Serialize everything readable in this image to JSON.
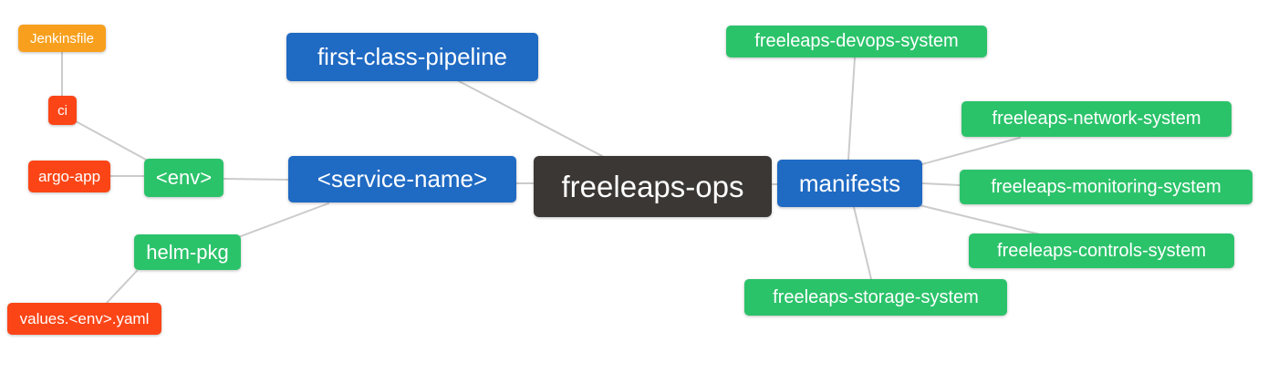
{
  "diagram": {
    "background": "#ffffff",
    "colors": {
      "orange": "#f8a01d",
      "red": "#fb4516",
      "green": "#2bc36a",
      "blue": "#1f6ac3",
      "dark": "#3a3734",
      "edge": "#cbcbcb",
      "text": "#ffffff"
    },
    "nodes": [
      {
        "id": "jenkinsfile",
        "label": "Jenkinsfile",
        "color": "orange"
      },
      {
        "id": "ci",
        "label": "ci",
        "color": "red"
      },
      {
        "id": "argo-app",
        "label": "argo-app",
        "color": "red"
      },
      {
        "id": "env",
        "label": "<env>",
        "color": "green"
      },
      {
        "id": "helm-pkg",
        "label": "helm-pkg",
        "color": "green"
      },
      {
        "id": "values-env-yaml",
        "label": "values.<env>.yaml",
        "color": "red"
      },
      {
        "id": "first-class-pipeline",
        "label": "first-class-pipeline",
        "color": "blue"
      },
      {
        "id": "service-name",
        "label": "<service-name>",
        "color": "blue"
      },
      {
        "id": "freeleaps-ops",
        "label": "freeleaps-ops",
        "color": "dark"
      },
      {
        "id": "manifests",
        "label": "manifests",
        "color": "blue"
      },
      {
        "id": "freeleaps-devops-system",
        "label": "freeleaps-devops-system",
        "color": "green"
      },
      {
        "id": "freeleaps-network-system",
        "label": "freeleaps-network-system",
        "color": "green"
      },
      {
        "id": "freeleaps-monitoring-system",
        "label": "freeleaps-monitoring-system",
        "color": "green"
      },
      {
        "id": "freeleaps-controls-system",
        "label": "freeleaps-controls-system",
        "color": "green"
      },
      {
        "id": "freeleaps-storage-system",
        "label": "freeleaps-storage-system",
        "color": "green"
      }
    ],
    "edges": [
      {
        "from": "jenkinsfile",
        "to": "ci"
      },
      {
        "from": "ci",
        "to": "env"
      },
      {
        "from": "argo-app",
        "to": "env"
      },
      {
        "from": "env",
        "to": "service-name"
      },
      {
        "from": "helm-pkg",
        "to": "service-name"
      },
      {
        "from": "values-env-yaml",
        "to": "helm-pkg"
      },
      {
        "from": "first-class-pipeline",
        "to": "freeleaps-ops"
      },
      {
        "from": "service-name",
        "to": "freeleaps-ops"
      },
      {
        "from": "freeleaps-ops",
        "to": "manifests"
      },
      {
        "from": "manifests",
        "to": "freeleaps-devops-system"
      },
      {
        "from": "manifests",
        "to": "freeleaps-network-system"
      },
      {
        "from": "manifests",
        "to": "freeleaps-monitoring-system"
      },
      {
        "from": "manifests",
        "to": "freeleaps-controls-system"
      },
      {
        "from": "manifests",
        "to": "freeleaps-storage-system"
      }
    ]
  }
}
